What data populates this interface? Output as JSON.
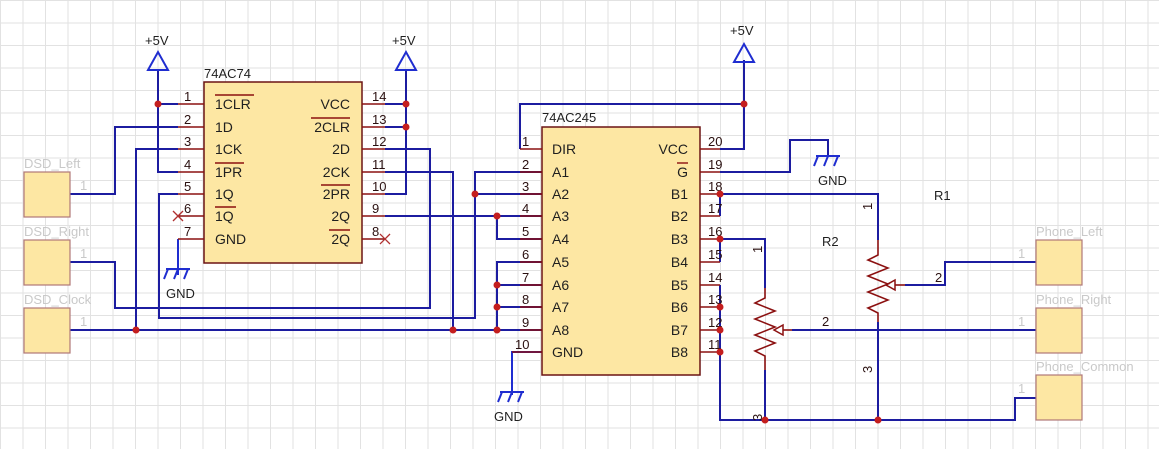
{
  "chips": {
    "u1": {
      "name": "74AC74",
      "left_pins": [
        {
          "num": "1",
          "label": "1CLR",
          "bar": true
        },
        {
          "num": "2",
          "label": "1D"
        },
        {
          "num": "3",
          "label": "1CK"
        },
        {
          "num": "4",
          "label": "1PR",
          "bar": true
        },
        {
          "num": "5",
          "label": "1Q"
        },
        {
          "num": "6",
          "label": "1Q",
          "bar": true
        },
        {
          "num": "7",
          "label": "GND"
        }
      ],
      "right_pins": [
        {
          "num": "14",
          "label": "VCC"
        },
        {
          "num": "13",
          "label": "2CLR",
          "bar": true
        },
        {
          "num": "12",
          "label": "2D"
        },
        {
          "num": "11",
          "label": "2CK"
        },
        {
          "num": "10",
          "label": "2PR",
          "bar": true
        },
        {
          "num": "9",
          "label": "2Q"
        },
        {
          "num": "8",
          "label": "2Q",
          "bar": true
        }
      ]
    },
    "u2": {
      "name": "74AC245",
      "left_pins": [
        {
          "num": "1",
          "label": "DIR"
        },
        {
          "num": "2",
          "label": "A1"
        },
        {
          "num": "3",
          "label": "A2"
        },
        {
          "num": "4",
          "label": "A3"
        },
        {
          "num": "5",
          "label": "A4"
        },
        {
          "num": "6",
          "label": "A5"
        },
        {
          "num": "7",
          "label": "A6"
        },
        {
          "num": "8",
          "label": "A7"
        },
        {
          "num": "9",
          "label": "A8"
        },
        {
          "num": "10",
          "label": "GND"
        }
      ],
      "right_pins": [
        {
          "num": "20",
          "label": "VCC"
        },
        {
          "num": "19",
          "label": "G",
          "bar": true
        },
        {
          "num": "18",
          "label": "B1"
        },
        {
          "num": "17",
          "label": "B2"
        },
        {
          "num": "16",
          "label": "B3"
        },
        {
          "num": "15",
          "label": "B4"
        },
        {
          "num": "14",
          "label": "B5"
        },
        {
          "num": "13",
          "label": "B6"
        },
        {
          "num": "12",
          "label": "B7"
        },
        {
          "num": "11",
          "label": "B8"
        }
      ]
    }
  },
  "power": {
    "vcc_label": "+5V",
    "gnd_label": "GND"
  },
  "resistors": {
    "r1": {
      "ref": "R1",
      "pins": [
        "1",
        "2",
        "3"
      ]
    },
    "r2": {
      "ref": "R2",
      "pins": [
        "1",
        "2",
        "3"
      ]
    }
  },
  "connectors": {
    "dsd_left": {
      "name": "DSD_Left",
      "pin": "1"
    },
    "dsd_right": {
      "name": "DSD_Right",
      "pin": "1"
    },
    "dsd_clock": {
      "name": "DSD_Clock",
      "pin": "1"
    },
    "phone_left": {
      "name": "Phone_Left",
      "pin": "1"
    },
    "phone_right": {
      "name": "Phone_Right",
      "pin": "1"
    },
    "phone_common": {
      "name": "Phone_Common",
      "pin": "1"
    }
  },
  "colors": {
    "wire": "#1c1ca0",
    "ic_fill": "#fde7a3",
    "ic_border": "#6b1414",
    "junction": "#c41e1e",
    "power_symbol": "#1f2dd0"
  }
}
